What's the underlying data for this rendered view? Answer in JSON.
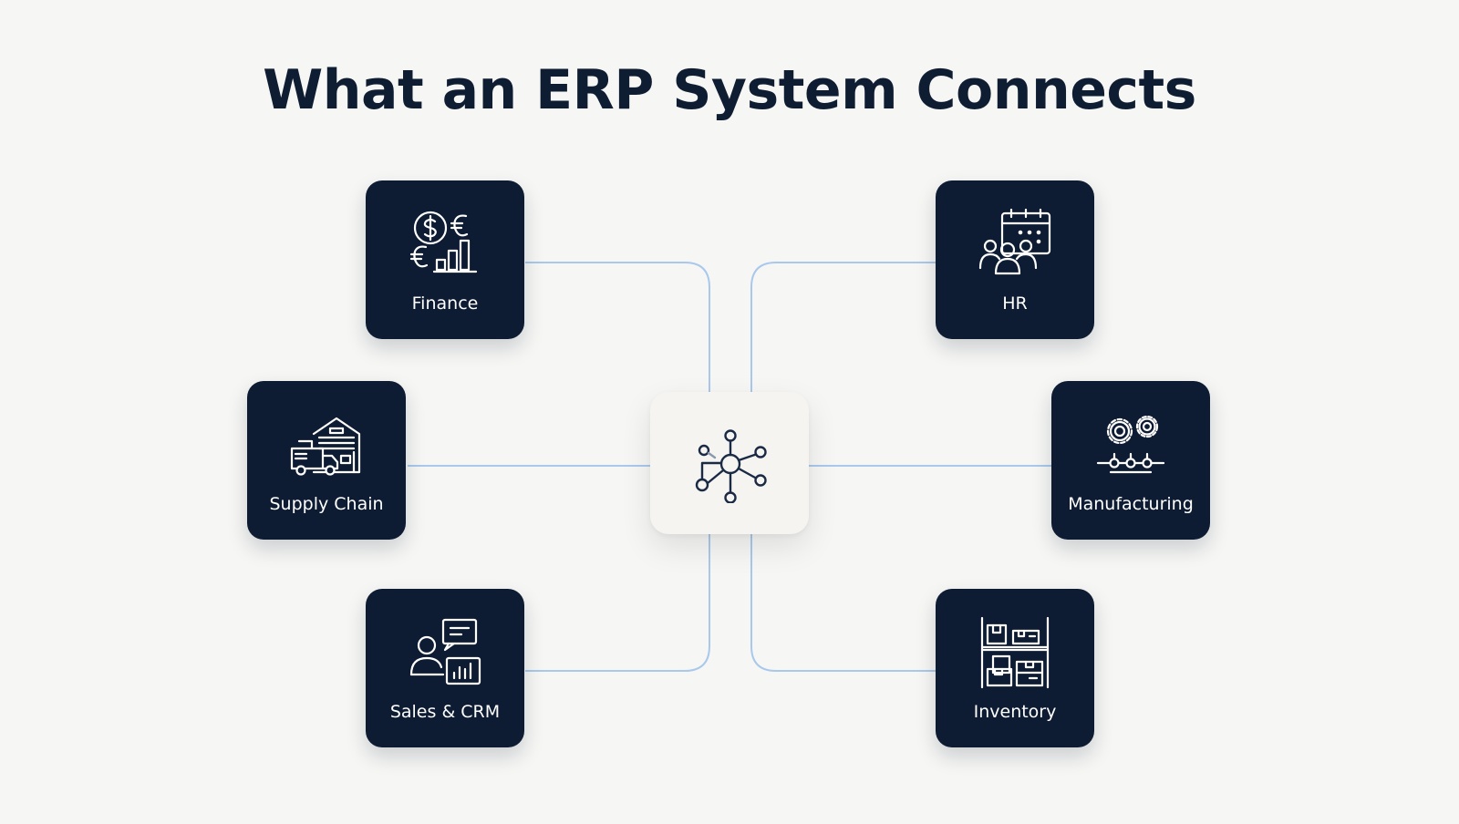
{
  "diagram": {
    "title": "What an ERP System Connects",
    "hub": {
      "icon": "network-hub-icon"
    },
    "modules": [
      {
        "id": "finance",
        "label": "Finance",
        "icon": "currency-chart-icon"
      },
      {
        "id": "hr",
        "label": "HR",
        "icon": "people-calendar-icon"
      },
      {
        "id": "supply-chain",
        "label": "Supply Chain",
        "icon": "warehouse-truck-icon"
      },
      {
        "id": "manufacturing",
        "label": "Manufacturing",
        "icon": "gears-conveyor-icon"
      },
      {
        "id": "sales-crm",
        "label": "Sales & CRM",
        "icon": "person-chat-chart-icon"
      },
      {
        "id": "inventory",
        "label": "Inventory",
        "icon": "shelves-boxes-icon"
      }
    ]
  },
  "colors": {
    "background": "#f6f6f4",
    "tile": "#0d1b33",
    "title": "#0f1d33",
    "connector": "#a9c8ec",
    "hub": "#f5f4f1",
    "icon_on_tile": "#ffffff",
    "hub_icon": "#1b2a44"
  }
}
